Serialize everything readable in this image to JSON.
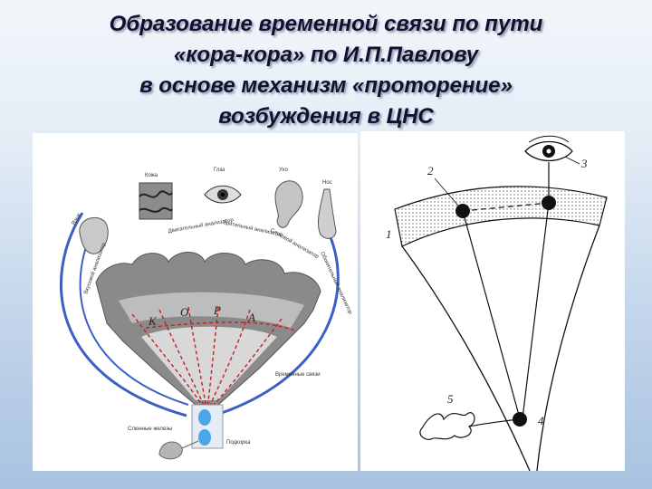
{
  "title": {
    "line1": "Образование временной связи по пути",
    "line2": "«кора-кора» по И.П.Павлову",
    "line3": "в основе механизм «проторение»",
    "line4": "возбуждения в ЦНС"
  },
  "left_diagram": {
    "organs": {
      "tongue": "Язык",
      "skin": "Кожа",
      "eye": "Глаз",
      "ear": "Ухо",
      "nose": "Нос"
    },
    "analyzers": {
      "taste": "Вкусовой анализатор",
      "skin": "Двигательный анализатор",
      "visual": "Зрительный анализатор",
      "auditory": "Слуховой анализатор",
      "olfactory": "Обонятельный анализатор"
    },
    "cortex_letters": [
      "К",
      "О",
      "Р",
      "А"
    ],
    "temporal_links": "Временные связи",
    "salivary_gland": "Слюнные железы",
    "subcortex": "Подкорка"
  },
  "right_diagram": {
    "labels": [
      "1",
      "2",
      "3",
      "4",
      "5"
    ]
  }
}
